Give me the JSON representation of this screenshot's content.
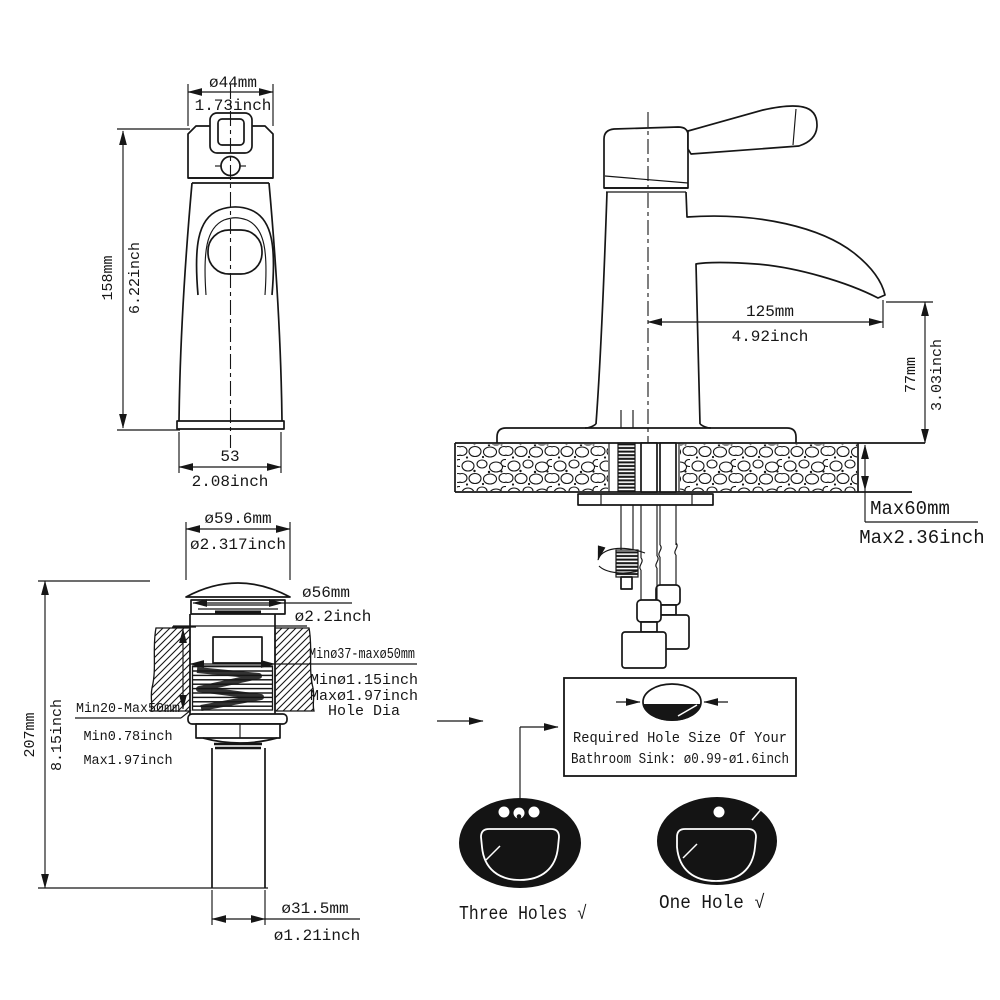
{
  "drawing": {
    "front_view": {
      "top_width_mm": "ø44mm",
      "top_width_in": "1.73inch",
      "height_mm": "158mm",
      "height_in": "6.22inch",
      "base_width_mm": "53",
      "base_width_in": "2.08inch"
    },
    "side_view": {
      "spout_reach_mm": "125mm",
      "spout_reach_in": "4.92inch",
      "spout_height_mm": "77mm",
      "spout_height_in": "3.03inch",
      "max_counter_mm": "Max60mm",
      "max_counter_in": "Max2.36inch"
    },
    "drain": {
      "cap_dia_mm": "ø59.6mm",
      "cap_dia_in": "ø2.317inch",
      "flange_dia_mm": "ø56mm",
      "flange_dia_in": "ø2.2inch",
      "hole_dia_mm": "Minø37-maxø50mm",
      "hole_dia_in_min": "Minø1.15inch",
      "hole_dia_in_max": "Maxø1.97inch",
      "hole_dia_caption": "Hole Dia",
      "deck_mm": "Min20-Max50mm",
      "deck_in_min": "Min0.78inch",
      "deck_in_max": "Max1.97inch",
      "height_mm": "207mm",
      "height_in": "8.15inch",
      "pipe_dia_mm": "ø31.5mm",
      "pipe_dia_in": "ø1.21inch"
    },
    "hole_note": {
      "line1": "Required Hole Size Of Your",
      "line2": "Bathroom Sink: ø0.99-ø1.6inch"
    },
    "sink_options": {
      "three_holes": "Three Holes √",
      "one_hole": "One Hole √"
    }
  }
}
